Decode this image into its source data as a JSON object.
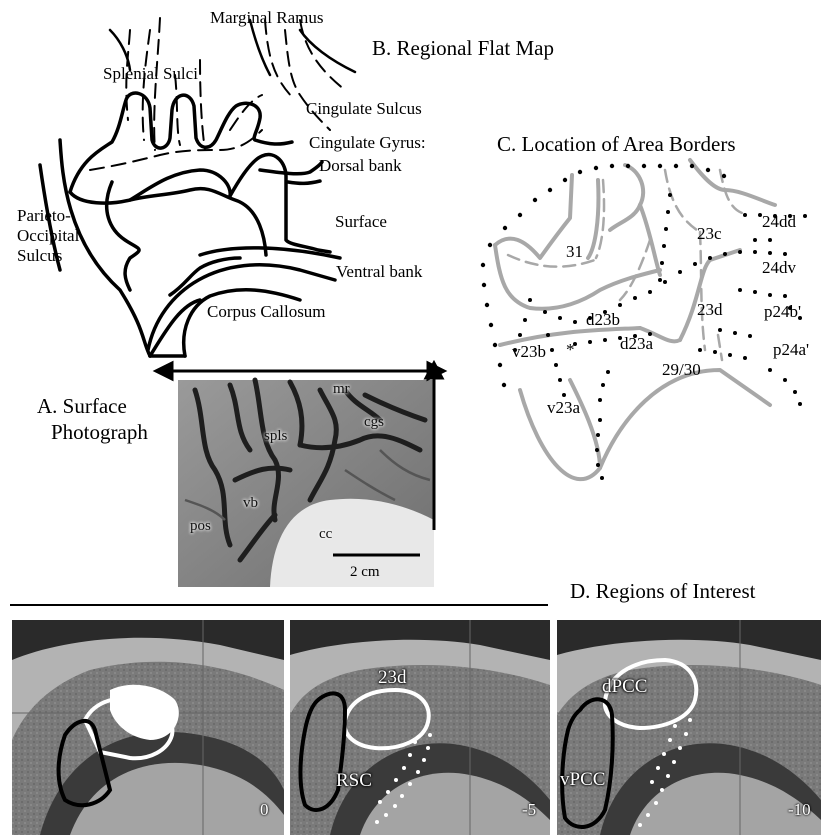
{
  "panelB": {
    "title": "B. Regional Flat Map",
    "labels": {
      "marginal_ramus": "Marginal Ramus",
      "splenial_sulci": "Splenial Sulci",
      "cingulate_sulcus": "Cingulate Sulcus",
      "cingulate_gyrus_1": "Cingulate Gyrus:",
      "cingulate_gyrus_2": "Dorsal bank",
      "parieto_1": "Parieto-",
      "parieto_2": "Occipital",
      "parieto_3": "Sulcus",
      "surface": "Surface",
      "ventral_bank": "Ventral bank",
      "corpus_callosum": "Corpus Callosum"
    }
  },
  "panelC": {
    "title": "C. Location of Area Borders",
    "areas": {
      "a31": "31",
      "a23c": "23c",
      "a24dd": "24dd",
      "a24dv": "24dv",
      "a23d": "23d",
      "ap24b": "p24b'",
      "ad23b": "d23b",
      "av23b": "v23b",
      "ad23a": "d23a",
      "ap24a": "p24a'",
      "a2930": "29/30",
      "av23a": "v23a",
      "star": "*"
    }
  },
  "panelA": {
    "title_1": "A. Surface",
    "title_2": "Photograph",
    "labels": {
      "mr": "mr",
      "cgs": "cgs",
      "spls": "spls",
      "vb": "vb",
      "pos": "pos",
      "cc": "cc"
    },
    "scale_bar": "2 cm"
  },
  "panelD": {
    "title": "D. Regions of Interest",
    "slices": [
      {
        "number": "0"
      },
      {
        "number": "-5",
        "label_top": "23d",
        "label_bottom": "RSC"
      },
      {
        "number": "-10",
        "label_top": "dPCC",
        "label_bottom": "vPCC"
      }
    ]
  },
  "colors": {
    "ink": "#000000",
    "gray_line": "#a8a8a8",
    "mri_dark": "#3a3a3a",
    "mri_mid": "#7a7a7a",
    "mri_light": "#b0b0b0"
  }
}
